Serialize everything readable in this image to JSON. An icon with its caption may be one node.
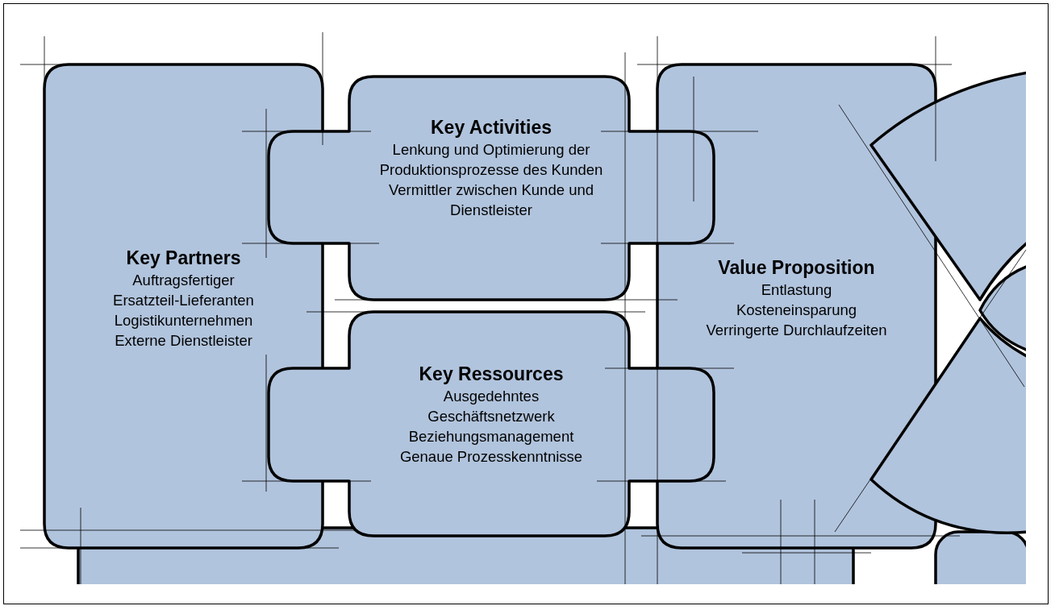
{
  "diagram": {
    "nodes": [
      {
        "text": [
          "Key Partners",
          "Auftragsfertiger",
          "Ersatzteil-Lieferanten",
          "Logistikunternehmen",
          "Externe Dienstleister"
        ]
      },
      {
        "text": [
          "Key Activities",
          "Lenkung und Optimierung der Produktionsprozesse des Kunden",
          "Vermittler zwischen Kunde und Dienstleister"
        ]
      },
      {
        "text": [
          "Key Ressources",
          "Ausgedehntes Geschäftsnetzwerk",
          "Beziehungsmanagement",
          "Genaue Prozesskenntnisse"
        ]
      },
      {
        "text": [
          "Value Proposition",
          "Entlastung",
          "Kosteneinsparung",
          "Verringerte Durchlaufzeiten"
        ]
      },
      {
        "text": [],
        "shape": "arc"
      },
      {
        "text": [],
        "shape": "arc"
      },
      {
        "text": [],
        "shape": "arc"
      },
      {
        "text": [],
        "shape": "box"
      },
      {
        "text": [],
        "shape": "box"
      }
    ],
    "edges": []
  }
}
